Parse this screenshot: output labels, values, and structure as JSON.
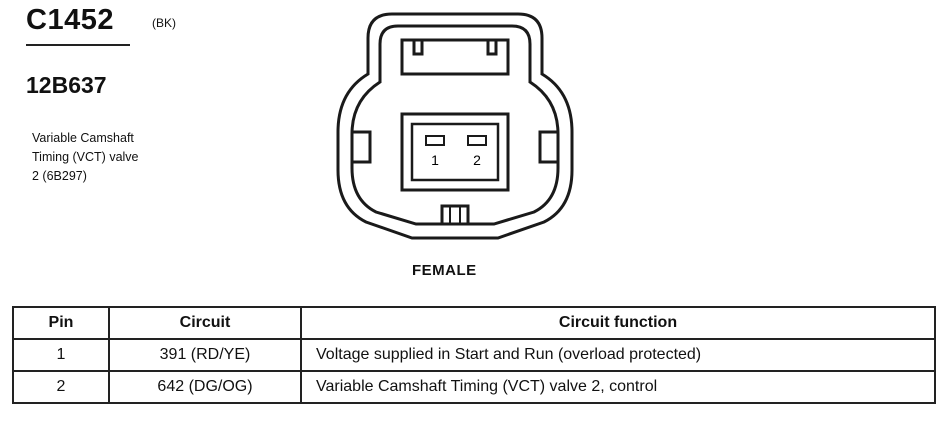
{
  "connector": {
    "id": "C1452",
    "color_code": "(BK)",
    "part_number": "12B637",
    "description_lines": [
      "Variable Camshaft",
      "Timing (VCT) valve",
      "2 (6B297)"
    ],
    "view_label": "FEMALE",
    "pin_labels": [
      "1",
      "2"
    ]
  },
  "table": {
    "headers": [
      "Pin",
      "Circuit",
      "Circuit function"
    ],
    "rows": [
      {
        "pin": "1",
        "circuit": "391 (RD/YE)",
        "function": "Voltage supplied in Start and Run (overload protected)"
      },
      {
        "pin": "2",
        "circuit": "642 (DG/OG)",
        "function": "Variable Camshaft Timing (VCT) valve 2, control"
      }
    ]
  }
}
